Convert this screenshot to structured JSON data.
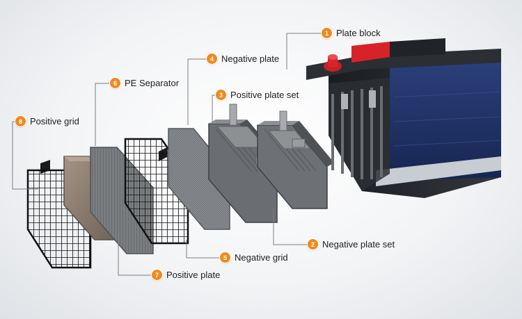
{
  "colors": {
    "badge": "#f08a1d",
    "leader": "#7d7d7d",
    "text": "#1e1e1e"
  },
  "parts": [
    {
      "num": "1",
      "label": "Plate block"
    },
    {
      "num": "2",
      "label": "Negative plate set"
    },
    {
      "num": "3",
      "label": "Positive plate set"
    },
    {
      "num": "4",
      "label": "Negative plate"
    },
    {
      "num": "5",
      "label": "Negative grid"
    },
    {
      "num": "6",
      "label": "PE Separator"
    },
    {
      "num": "7",
      "label": "Positive plate"
    },
    {
      "num": "8",
      "label": "Positive grid"
    }
  ]
}
